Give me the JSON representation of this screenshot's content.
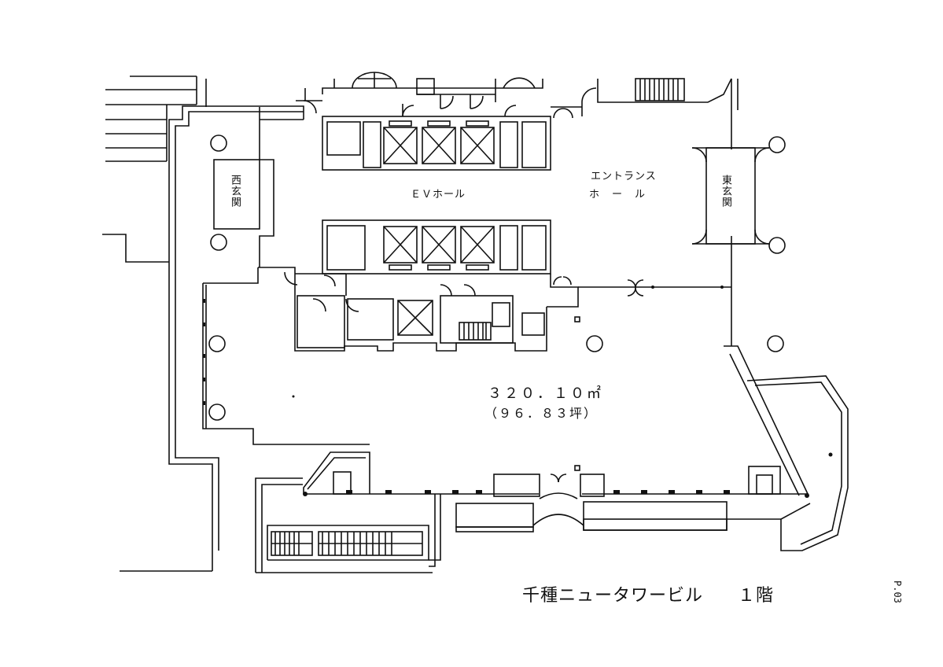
{
  "labels": {
    "west_entrance": "西玄関",
    "east_entrance": "東玄関",
    "ev_hall": "ＥＶホール",
    "entrance_hall_line1": "エントランス",
    "entrance_hall_line2": "ホール",
    "area_m2": "３２０．１０㎡",
    "area_tsubo": "（９６．８３坪）",
    "building_title": "千種ニュータワービル",
    "floor": "１階",
    "page": "P.03"
  }
}
